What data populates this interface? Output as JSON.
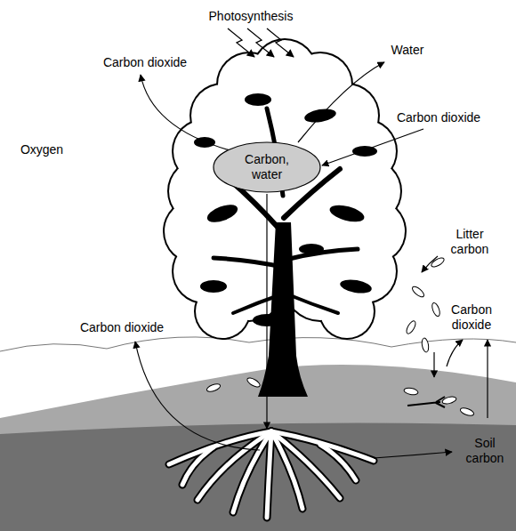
{
  "diagram": {
    "nodes": [
      {
        "text": [
          "Carbon, water"
        ]
      }
    ],
    "labels": [
      "Photosynthesis",
      "Carbon dioxide",
      "Water",
      "Carbon dioxide",
      "Oxygen",
      "Litter carbon",
      "Carbon dioxide",
      "Carbon dioxide",
      "Soil carbon"
    ]
  }
}
